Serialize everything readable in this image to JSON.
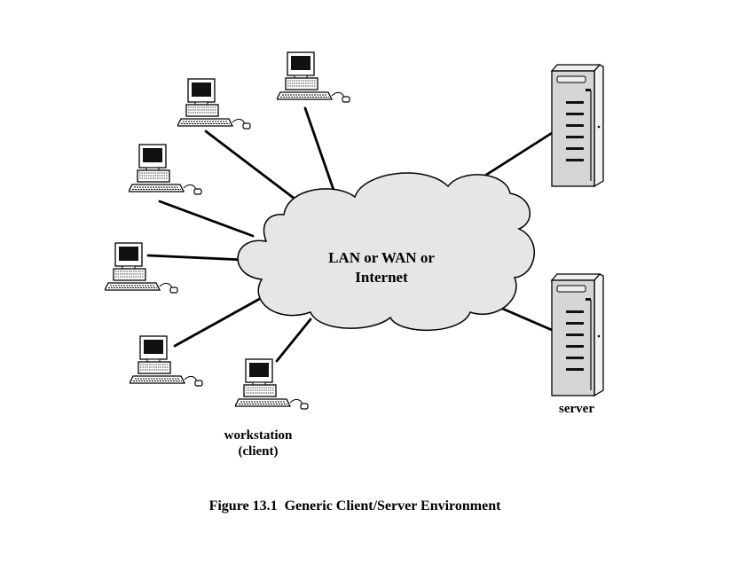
{
  "network": {
    "label_line1": "LAN or WAN or",
    "label_line2": "Internet"
  },
  "workstation": {
    "label_line1": "workstation",
    "label_line2": "(client)"
  },
  "server": {
    "label": "server"
  },
  "caption": "Figure 13.1  Generic Client/Server Environment",
  "colors": {
    "cloud_fill": "#e6e6e6",
    "cloud_stroke": "#000000",
    "screen": "#111111",
    "line": "#000000"
  }
}
